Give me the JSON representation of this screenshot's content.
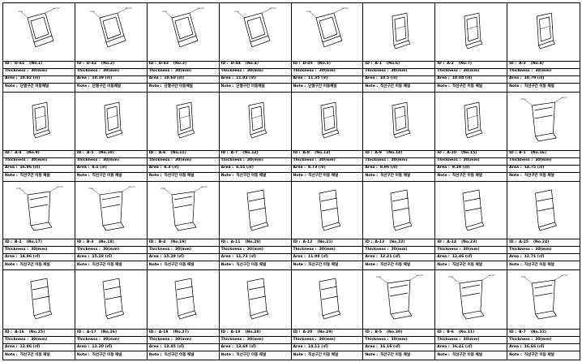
{
  "sheet": {
    "labels": {
      "id": "ID :",
      "thickness": "Thickness :",
      "area": "Area :",
      "note": "Note :"
    },
    "tiles": [
      {
        "id": "D-41",
        "no": "(No.1)",
        "thickness": "30(mm)",
        "area": "10.82 (㎡)",
        "note": "단열구간 이동패널",
        "variant": "a"
      },
      {
        "id": "D-42",
        "no": "(No.2)",
        "thickness": "30(mm)",
        "area": "10.39 (㎡)",
        "note": "단열구간 이동패널",
        "variant": "a"
      },
      {
        "id": "D-43",
        "no": "(No.3)",
        "thickness": "30(mm)",
        "area": "10.60 (㎡)",
        "note": "단열구간 이동패널",
        "variant": "a"
      },
      {
        "id": "D-44",
        "no": "(No.4)",
        "thickness": "30(mm)",
        "area": "11.02 (㎡)",
        "note": "단열구간 이동패널",
        "variant": "a"
      },
      {
        "id": "D-45",
        "no": "(No.5)",
        "thickness": "30(mm)",
        "area": "11.35 (㎡)",
        "note": "단열구간 이동패널",
        "variant": "a"
      },
      {
        "id": "A-1",
        "no": "(No.6)",
        "thickness": "30(mm)",
        "area": "10.5 (㎡)",
        "note": "직선구간 이동 패널",
        "variant": "b"
      },
      {
        "id": "A-2",
        "no": "(No.7)",
        "thickness": "30(mm)",
        "area": "10.04 (㎡)",
        "note": "직선구간 이동 패널",
        "variant": "b"
      },
      {
        "id": "A-3",
        "no": "(No.8)",
        "thickness": "30(mm)",
        "area": "10.79 (㎡)",
        "note": "직선구간 이동 패널",
        "variant": "b"
      },
      {
        "id": "A-4",
        "no": "(No.9)",
        "thickness": "30(mm)",
        "area": "16.96 (㎡)",
        "note": "직선구간 이동 패널",
        "variant": "b"
      },
      {
        "id": "A-5",
        "no": "(No.10)",
        "thickness": "30(mm)",
        "area": "8.1 (㎡)",
        "note": "직선구간 이동 패널",
        "variant": "b"
      },
      {
        "id": "A-6",
        "no": "(No.11)",
        "thickness": "30(mm)",
        "area": "8.3 (㎡)",
        "note": "직선구간 이동 패널",
        "variant": "b"
      },
      {
        "id": "A-7",
        "no": "(No.12)",
        "thickness": "30(mm)",
        "area": "8.51 (㎡)",
        "note": "직선구간 이동 패널",
        "variant": "b"
      },
      {
        "id": "A-8",
        "no": "(No.13)",
        "thickness": "30(mm)",
        "area": "8.73 (㎡)",
        "note": "직선구간 이동 패널",
        "variant": "b"
      },
      {
        "id": "A-9",
        "no": "(No.14)",
        "thickness": "30(mm)",
        "area": "8.96 (㎡)",
        "note": "직선구간 이동 패널",
        "variant": "b"
      },
      {
        "id": "A-10",
        "no": "(No.15)",
        "thickness": "30(mm)",
        "area": "9.19 (㎡)",
        "note": "직선구간 이동 패널",
        "variant": "b"
      },
      {
        "id": "B-1",
        "no": "(No.16)",
        "thickness": "30(mm)",
        "area": "14.75 (㎡)",
        "note": "직선구간 이동 패널",
        "variant": "c"
      },
      {
        "id": "B-2",
        "no": "(No.17)",
        "thickness": "30(mm)",
        "area": "14.96 (㎡)",
        "note": "직선구간 이동 패널",
        "variant": "c"
      },
      {
        "id": "B-3",
        "no": "(No.18)",
        "thickness": "30(mm)",
        "area": "15.18 (㎡)",
        "note": "직선구간 이동 패널",
        "variant": "c"
      },
      {
        "id": "B-4",
        "no": "(No.19)",
        "thickness": "30(mm)",
        "area": "15.39 (㎡)",
        "note": "직선구간 이동 패널",
        "variant": "c"
      },
      {
        "id": "A-11",
        "no": "(No.20)",
        "thickness": "30(mm)",
        "area": "11.73 (㎡)",
        "note": "직선구간 이동 패널",
        "variant": "d"
      },
      {
        "id": "A-12",
        "no": "(No.21)",
        "thickness": "30(mm)",
        "area": "11.98 (㎡)",
        "note": "직선구간 이동 패널",
        "variant": "d"
      },
      {
        "id": "A-13",
        "no": "(No.22)",
        "thickness": "30(mm)",
        "area": "12.21 (㎡)",
        "note": "직선구간 이동 패널",
        "variant": "d"
      },
      {
        "id": "A-14",
        "no": "(No.23)",
        "thickness": "30(mm)",
        "area": "12.46 (㎡)",
        "note": "직선구간 이동 패널",
        "variant": "d"
      },
      {
        "id": "A-15",
        "no": "(No.24)",
        "thickness": "30(mm)",
        "area": "12.71 (㎡)",
        "note": "직선구간 이동 패널",
        "variant": "d"
      },
      {
        "id": "A-16",
        "no": "(No.25)",
        "thickness": "30(mm)",
        "area": "12.96 (㎡)",
        "note": "직선구간 이동 패널",
        "variant": "d"
      },
      {
        "id": "A-17",
        "no": "(No.26)",
        "thickness": "30(mm)",
        "area": "13.20 (㎡)",
        "note": "직선구간 이동 패널",
        "variant": "d"
      },
      {
        "id": "A-18",
        "no": "(No.27)",
        "thickness": "30(mm)",
        "area": "13.45 (㎡)",
        "note": "직선구간 이동 패널",
        "variant": "d"
      },
      {
        "id": "A-19",
        "no": "(No.28)",
        "thickness": "30(mm)",
        "area": "13.69 (㎡)",
        "note": "직선구간 이동 패널",
        "variant": "d"
      },
      {
        "id": "A-20",
        "no": "(No.29)",
        "thickness": "30(mm)",
        "area": "14.11 (㎡)",
        "note": "직선구간 이동 패널",
        "variant": "d"
      },
      {
        "id": "B-5",
        "no": "(No.30)",
        "thickness": "30(mm)",
        "area": "16.16 (㎡)",
        "note": "직선구간 이동 패널",
        "variant": "c"
      },
      {
        "id": "B-6",
        "no": "(No.31)",
        "thickness": "30(mm)",
        "area": "16.41 (㎡)",
        "note": "직선구간 이동 패널",
        "variant": "c"
      },
      {
        "id": "B-7",
        "no": "(No.32)",
        "thickness": "30(mm)",
        "area": "16.66 (㎡)",
        "note": "직선구간 이동 패널",
        "variant": "c"
      }
    ]
  }
}
